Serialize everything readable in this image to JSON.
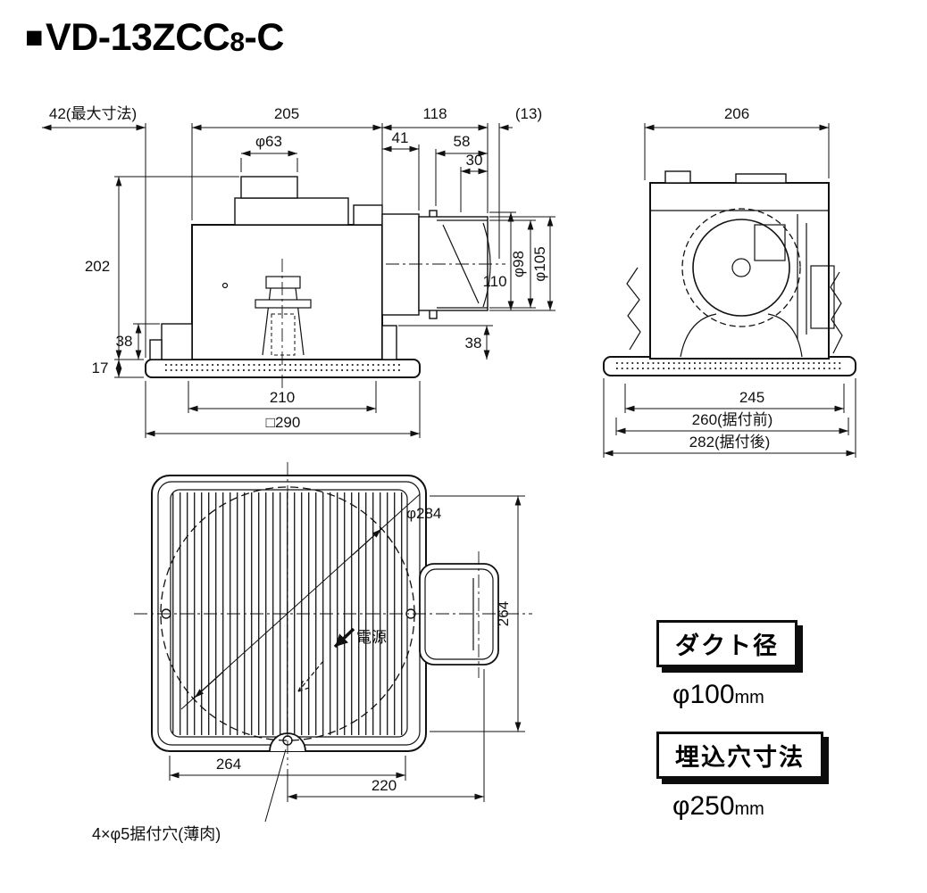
{
  "title": {
    "prefix": "■",
    "model_main": "VD-13ZCC",
    "model_sub": "8",
    "model_suffix": "-C"
  },
  "colors": {
    "ink": "#111111",
    "background": "#ffffff"
  },
  "front_view": {
    "dim_42": "42(最大寸法)",
    "dim_205": "205",
    "dim_118": "118",
    "dim_13": "(13)",
    "dim_63": "φ63",
    "dim_41": "41",
    "dim_58": "58",
    "dim_30": "30",
    "dim_202": "202",
    "dim_38_left": "38",
    "dim_17": "17",
    "dim_110": "110",
    "dim_98": "φ98",
    "dim_105": "φ105",
    "dim_38_right": "38",
    "dim_210": "210",
    "dim_290": "□290"
  },
  "side_view": {
    "dim_206": "206",
    "dim_245": "245",
    "dim_260": "260(据付前)",
    "dim_282": "282(据付後)"
  },
  "bottom_view": {
    "dim_284": "φ284",
    "dim_264_right": "264",
    "dim_264_bottom": "264",
    "dim_220": "220",
    "power_label": "電源",
    "mounting_hole_note": "4×φ5据付穴(薄肉)"
  },
  "specs": {
    "duct": {
      "label": "ダクト径",
      "value": "φ100",
      "unit": "mm"
    },
    "hole": {
      "label": "埋込穴寸法",
      "value": "φ250",
      "unit": "mm"
    }
  }
}
